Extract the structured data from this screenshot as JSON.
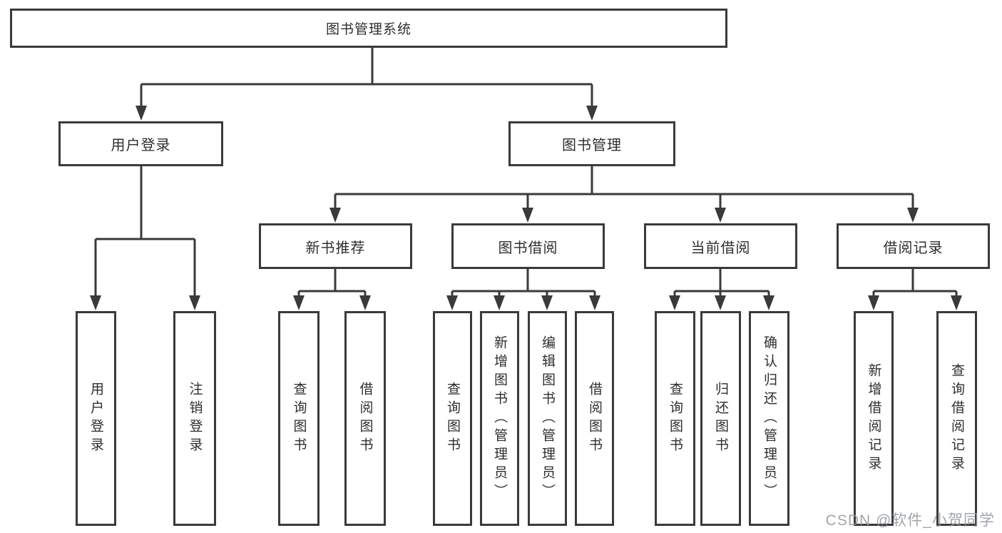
{
  "tree": {
    "label": "图书管理系统",
    "children": [
      {
        "label": "用户登录",
        "children": [
          {
            "label": "用户登录"
          },
          {
            "label": "注销登录"
          }
        ]
      },
      {
        "label": "图书管理",
        "children": [
          {
            "label": "新书推荐",
            "children": [
              {
                "label": "查询图书"
              },
              {
                "label": "借阅图书"
              }
            ]
          },
          {
            "label": "图书借阅",
            "children": [
              {
                "label": "查询图书"
              },
              {
                "label": "新增图书（管理员）"
              },
              {
                "label": "编辑图书（管理员）"
              },
              {
                "label": "借阅图书"
              }
            ]
          },
          {
            "label": "当前借阅",
            "children": [
              {
                "label": "查询图书"
              },
              {
                "label": "归还图书"
              },
              {
                "label": "确认归还（管理员）"
              }
            ]
          },
          {
            "label": "借阅记录",
            "children": [
              {
                "label": "新增借阅记录"
              },
              {
                "label": "查询借阅记录"
              }
            ]
          }
        ]
      }
    ]
  },
  "watermark": {
    "text": "CSDN @软件_小贺同学"
  },
  "colors": {
    "line": "#3a3a3a",
    "text": "#2e2e2e",
    "background": "#ffffff",
    "watermark": "#94999e"
  }
}
